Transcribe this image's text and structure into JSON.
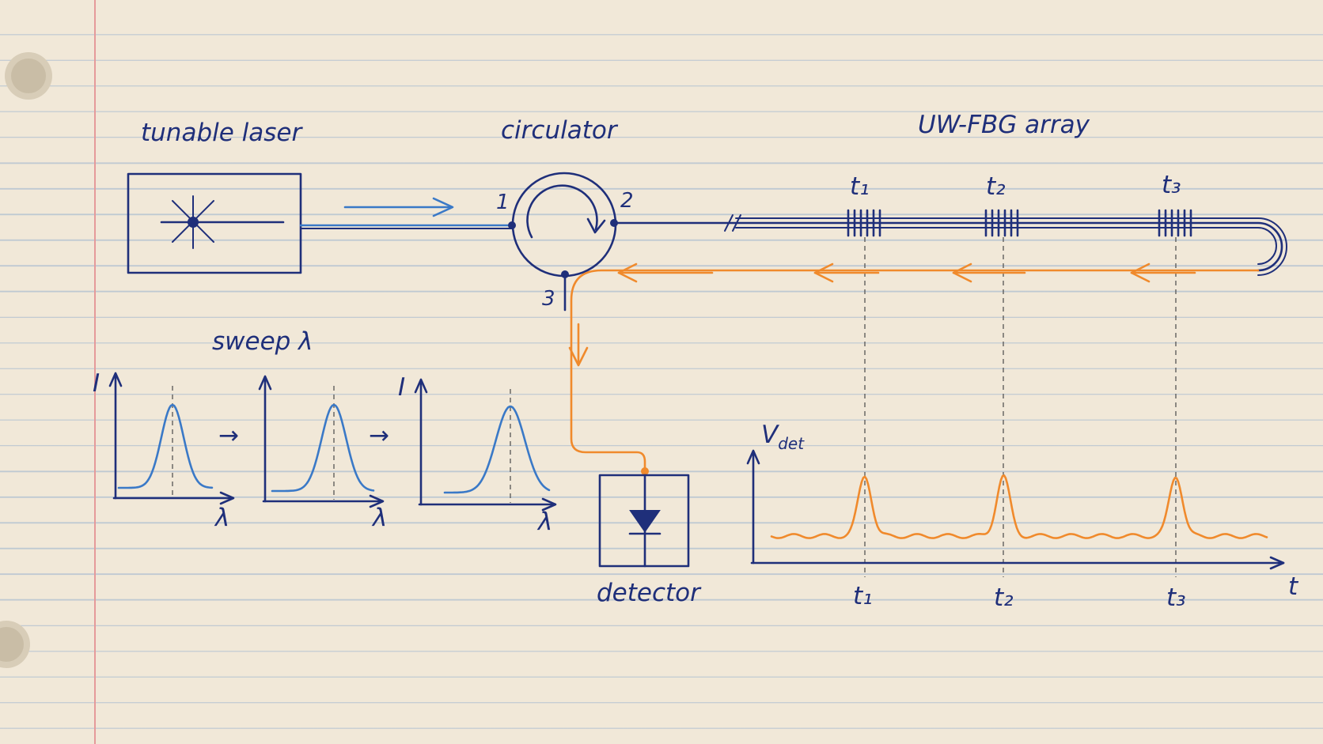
{
  "labels": {
    "tunable_laser": "tunable laser",
    "circulator": "circulator",
    "fbg_array": "UW-FBG array",
    "sweep": "sweep λ",
    "detector": "detector",
    "port1": "1",
    "port2": "2",
    "port3": "3"
  },
  "grating_labels": [
    "t₁",
    "t₂",
    "t₃"
  ],
  "spectrum_plots": {
    "y_label": "I",
    "x_label": "λ",
    "arrow": "→"
  },
  "detector_plot": {
    "y_label": "V",
    "y_label_sub": "det",
    "x_label": "t",
    "tick_labels": [
      "t₁",
      "t₂",
      "t₃"
    ]
  },
  "colors": {
    "ink": "#1f2f7a",
    "blue_beam": "#3a79c7",
    "orange_beam": "#f08a2c",
    "paper": "#f1e8d8",
    "margin_line": "#e59a9a"
  }
}
